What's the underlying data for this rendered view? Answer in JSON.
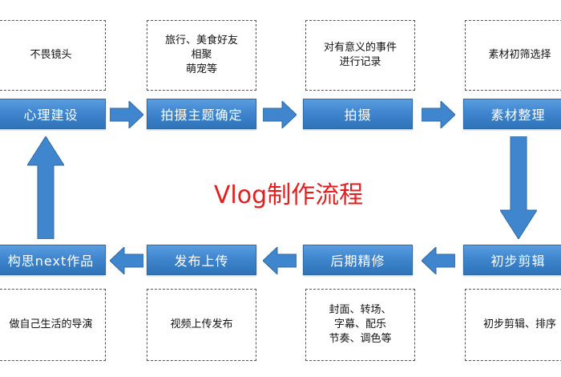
{
  "title": "Vlog制作流程",
  "top_notes": [
    "不畏镜头",
    "旅行、美食好友\n相聚\n萌宠等",
    "对有意义的事件\n进行记录",
    "素材初筛选择"
  ],
  "top_steps": [
    "心理建设",
    "拍摄主题确定",
    "拍摄",
    "素材整理"
  ],
  "bottom_steps": [
    "构思next作品",
    "发布上传",
    "后期精修",
    "初步剪辑"
  ],
  "bottom_notes": [
    "做自己生活的导演",
    "视频上传发布",
    "封面、转场、\n字幕、配乐\n节奏、调色等",
    "初步剪辑、排序"
  ],
  "colors": {
    "step_fill": "#3f86cf",
    "arrow_fill": "#3f86cf",
    "title_color": "#e41e1e"
  }
}
